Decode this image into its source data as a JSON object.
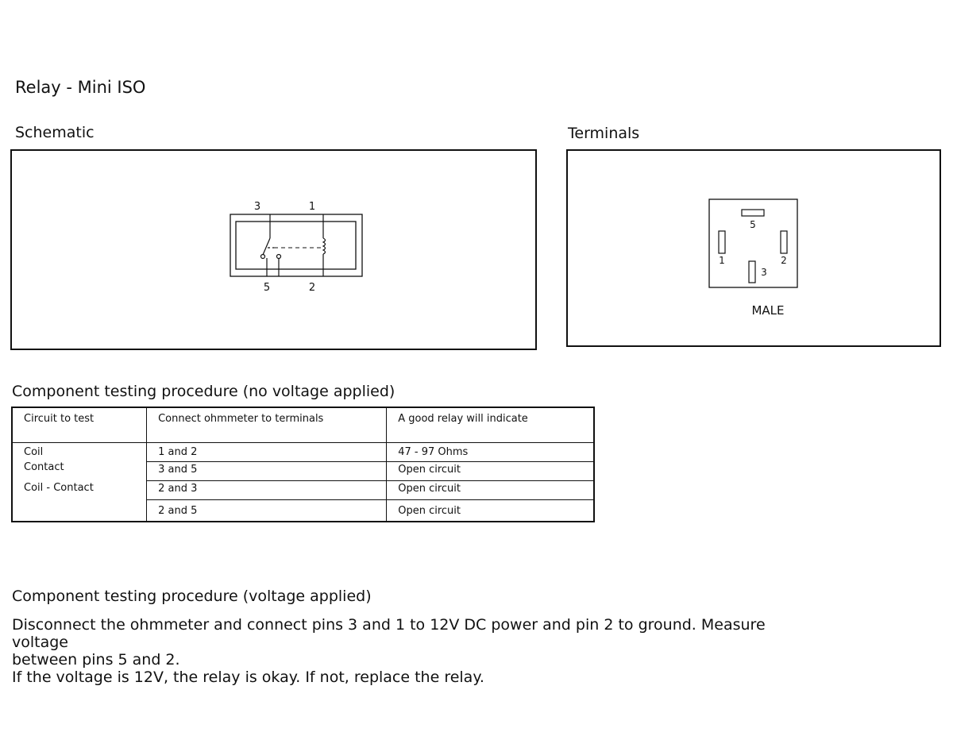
{
  "title": "Relay - Mini ISO",
  "schematic": {
    "label": "Schematic",
    "pins_top": [
      "3",
      "1"
    ],
    "pins_bottom": [
      "5",
      "2"
    ]
  },
  "terminals": {
    "label": "Terminals",
    "pin_labels": [
      "5",
      "1",
      "2",
      "3"
    ],
    "caption": "MALE"
  },
  "no_voltage": {
    "heading": "Component testing procedure (no voltage applied)",
    "headers": [
      "Circuit to test",
      "Connect ohmmeter to terminals",
      "A good relay will indicate"
    ],
    "rows": [
      {
        "circuit": "Coil",
        "terminals": "1 and 2",
        "result": "47 - 97 Ohms"
      },
      {
        "circuit": "Contact",
        "terminals": "3 and 5",
        "result": "Open circuit"
      },
      {
        "circuit": "Coil - Contact",
        "terminals": "2 and 3",
        "result": "Open circuit"
      },
      {
        "circuit": "",
        "terminals": "2 and 5",
        "result": "Open circuit"
      }
    ]
  },
  "voltage": {
    "heading": "Component testing procedure (voltage applied)",
    "line1": "Disconnect the ohmmeter and connect pins 3 and 1 to 12V DC power and pin 2 to ground. Measure voltage",
    "line2": "between pins 5 and 2.",
    "line3": "If the voltage is 12V, the relay is okay. If not, replace the relay."
  }
}
